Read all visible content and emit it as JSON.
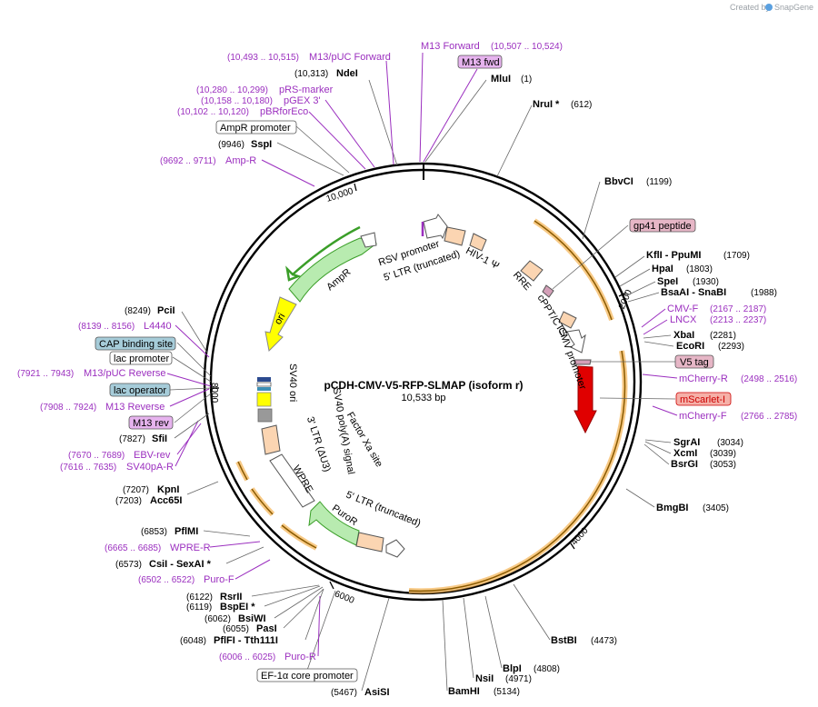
{
  "watermark": {
    "text": "Created by",
    "brand": "SnapGene"
  },
  "plasmid": {
    "name": "pCDH-CMV-V5-RFP-SLMAP (isoform r)",
    "size": "10,533 bp"
  },
  "tick_labels": [
    "2000",
    "4000",
    "6000",
    "8000",
    "10,000"
  ],
  "colors": {
    "orange_highlight": "#f5b453",
    "green_arrow": "#3a9e28",
    "red_arrow": "#e00000",
    "purple_text": "#9b2fbf",
    "yellow": "#ffff00"
  },
  "sites_right": [
    {
      "name": "NruI *",
      "pos": "(612)"
    },
    {
      "name": "BbvCI",
      "pos": "(1199)"
    },
    {
      "name": "KflI - PpuMI",
      "pos": "(1709)"
    },
    {
      "name": "HpaI",
      "pos": "(1803)"
    },
    {
      "name": "SpeI",
      "pos": "(1930)"
    },
    {
      "name": "BsaAI - SnaBI",
      "pos": "(1988)"
    },
    {
      "name": "XbaI",
      "pos": "(2281)"
    },
    {
      "name": "EcoRI",
      "pos": "(2293)"
    },
    {
      "name": "SgrAI",
      "pos": "(3034)"
    },
    {
      "name": "XcmI",
      "pos": "(3039)"
    },
    {
      "name": "BsrGI",
      "pos": "(3053)"
    },
    {
      "name": "BmgBI",
      "pos": "(3405)"
    },
    {
      "name": "BstBI",
      "pos": "(4473)"
    },
    {
      "name": "BlpI",
      "pos": "(4808)"
    },
    {
      "name": "NsiI",
      "pos": "(4971)"
    },
    {
      "name": "BamHI",
      "pos": "(5134)"
    }
  ],
  "sites_top": [
    {
      "name": "NdeI",
      "pos": "(10,313)"
    },
    {
      "name": "MluI",
      "pos": "(1)"
    },
    {
      "name": "SspI",
      "pos": "(9946)"
    }
  ],
  "sites_left": [
    {
      "name": "PciI",
      "pos": "(8249)"
    },
    {
      "name": "SfiI",
      "pos": "(7827)"
    },
    {
      "name": "KpnI",
      "pos": "(7207)"
    },
    {
      "name": "Acc65I",
      "pos": "(7203)"
    },
    {
      "name": "PflMI",
      "pos": "(6853)"
    },
    {
      "name": "CsiI - SexAI *",
      "pos": "(6573)"
    },
    {
      "name": "RsrII",
      "pos": "(6122)"
    },
    {
      "name": "BspEI *",
      "pos": "(6119)"
    },
    {
      "name": "BsiWI",
      "pos": "(6062)"
    },
    {
      "name": "PasI",
      "pos": "(6055)"
    },
    {
      "name": "PflFI - Tth111I",
      "pos": "(6048)"
    },
    {
      "name": "AsiSI",
      "pos": "(5467)"
    }
  ],
  "primers": [
    {
      "name": "M13/pUC Forward",
      "range": "(10,493 .. 10,515)"
    },
    {
      "name": "M13 Forward",
      "range": "(10,507 .. 10,524)"
    },
    {
      "name": "pRS-marker",
      "range": "(10,280 .. 10,299)"
    },
    {
      "name": "pGEX 3'",
      "range": "(10,158 .. 10,180)"
    },
    {
      "name": "pBRforEco",
      "range": "(10,102 .. 10,120)"
    },
    {
      "name": "Amp-R",
      "range": "(9692 .. 9711)"
    },
    {
      "name": "CMV-F",
      "range": "(2167 .. 2187)"
    },
    {
      "name": "LNCX",
      "range": "(2213 .. 2237)"
    },
    {
      "name": "mCherry-R",
      "range": "(2498 .. 2516)"
    },
    {
      "name": "mCherry-F",
      "range": "(2766 .. 2785)"
    },
    {
      "name": "L4440",
      "range": "(8139 .. 8156)"
    },
    {
      "name": "M13/pUC Reverse",
      "range": "(7921 .. 7943)"
    },
    {
      "name": "M13 Reverse",
      "range": "(7908 .. 7924)"
    },
    {
      "name": "EBV-rev",
      "range": "(7670 .. 7689)"
    },
    {
      "name": "SV40pA-R",
      "range": "(7616 .. 7635)"
    },
    {
      "name": "WPRE-R",
      "range": "(6665 .. 6685)"
    },
    {
      "name": "Puro-F",
      "range": "(6502 .. 6522)"
    },
    {
      "name": "Puro-R",
      "range": "(6006 .. 6025)"
    }
  ],
  "boxed_labels": {
    "m13_fwd": "M13 fwd",
    "ampr_promoter": "AmpR promoter",
    "gp41_peptide": "gp41 peptide",
    "v5_tag": "V5 tag",
    "mscarlet": "mScarlet-I",
    "cap_binding_site": "CAP binding site",
    "lac_promoter": "lac promoter",
    "lac_operator": "lac operator",
    "m13_rev": "M13 rev",
    "ef1a_core_promoter": "EF-1α core promoter"
  },
  "features": {
    "rsv_promoter": "RSV promoter",
    "ltr5_trunc_top": "5' LTR (truncated)",
    "hiv_psi": "HIV-1 Ψ",
    "rre": "RRE",
    "cppt": "cPPT/CTS",
    "cmv_promoter": "CMV promoter",
    "ampr": "AmpR",
    "ori": "ori",
    "sv40_ori": "SV40 ori",
    "sv40_polya": "SV40 poly(A) signal",
    "ltr3": "3' LTR (ΔU3)",
    "factor_xa": "Factor Xa site",
    "wpre": "WPRE",
    "puror": "PuroR",
    "ltr5_trunc_bottom": "5' LTR (truncated)"
  }
}
